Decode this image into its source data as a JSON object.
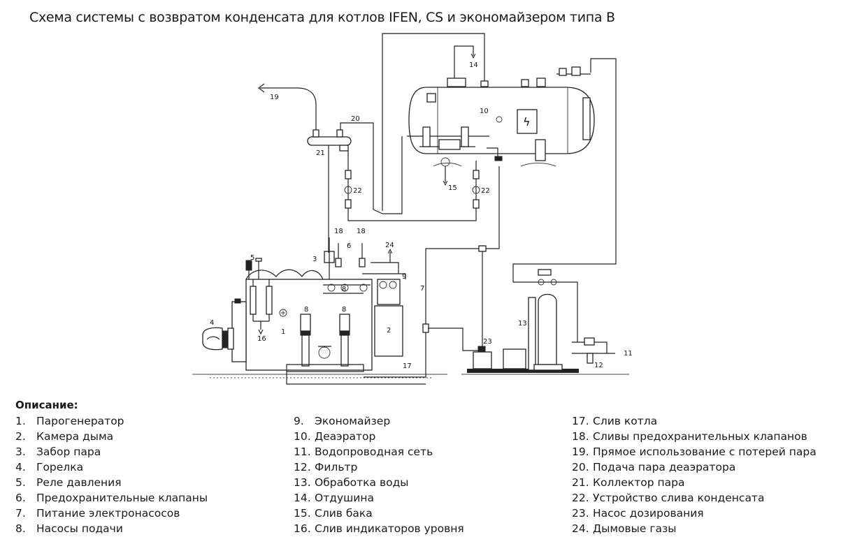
{
  "title": "Схема системы с  возвратом конденсата для котлов IFEN, CS и экономайзером типа B",
  "diagram": {
    "labels": {
      "n1": "1",
      "n2": "2",
      "n3": "3",
      "n4": "4",
      "n5": "5",
      "n6": "6",
      "n7": "7",
      "n8a": "8",
      "n8b": "8",
      "n8c": "8",
      "n9": "9",
      "n10": "10",
      "n11": "11",
      "n12": "12",
      "n13": "13",
      "n14": "14",
      "n15": "15",
      "n16": "16",
      "n17": "17",
      "n18a": "18",
      "n18b": "18",
      "n19": "19",
      "n20": "20",
      "n21": "21",
      "n22a": "22",
      "n22b": "22",
      "n23": "23",
      "n24": "24"
    },
    "warning_symbol": "ϟ"
  },
  "legend": {
    "heading": "Описание:",
    "columns": [
      [
        {
          "num": "1.",
          "text": "Парогенератор"
        },
        {
          "num": "2.",
          "text": "Камера дыма"
        },
        {
          "num": "3.",
          "text": "Забор пара"
        },
        {
          "num": "4.",
          "text": "Горелка"
        },
        {
          "num": "5.",
          "text": "Реле давления"
        },
        {
          "num": "6.",
          "text": "Предохранительные клапаны"
        },
        {
          "num": "7.",
          "text": "Питание электронасосов"
        },
        {
          "num": "8.",
          "text": "Насосы подачи"
        }
      ],
      [
        {
          "num": "9.",
          "text": "Экономайзер"
        },
        {
          "num": "10.",
          "text": "Деаэратор"
        },
        {
          "num": "11.",
          "text": "Водопроводная сеть"
        },
        {
          "num": "12.",
          "text": "Фильтр"
        },
        {
          "num": "13.",
          "text": "Обработка воды"
        },
        {
          "num": "14.",
          "text": "Отдушина"
        },
        {
          "num": "15.",
          "text": "Слив бака"
        },
        {
          "num": "16.",
          "text": "Слив индикаторов уровня"
        }
      ],
      [
        {
          "num": "17.",
          "text": "Слив котла"
        },
        {
          "num": "18.",
          "text": "Сливы предохранительных клапанов"
        },
        {
          "num": "19.",
          "text": "Прямое использование с потерей пара"
        },
        {
          "num": "20.",
          "text": "Подача пара деаэратора"
        },
        {
          "num": "21.",
          "text": "Коллектор пара"
        },
        {
          "num": "22.",
          "text": "Устройство слива конденсата"
        },
        {
          "num": "23.",
          "text": "Насос дозирования"
        },
        {
          "num": "24.",
          "text": "Дымовые газы"
        }
      ]
    ]
  }
}
